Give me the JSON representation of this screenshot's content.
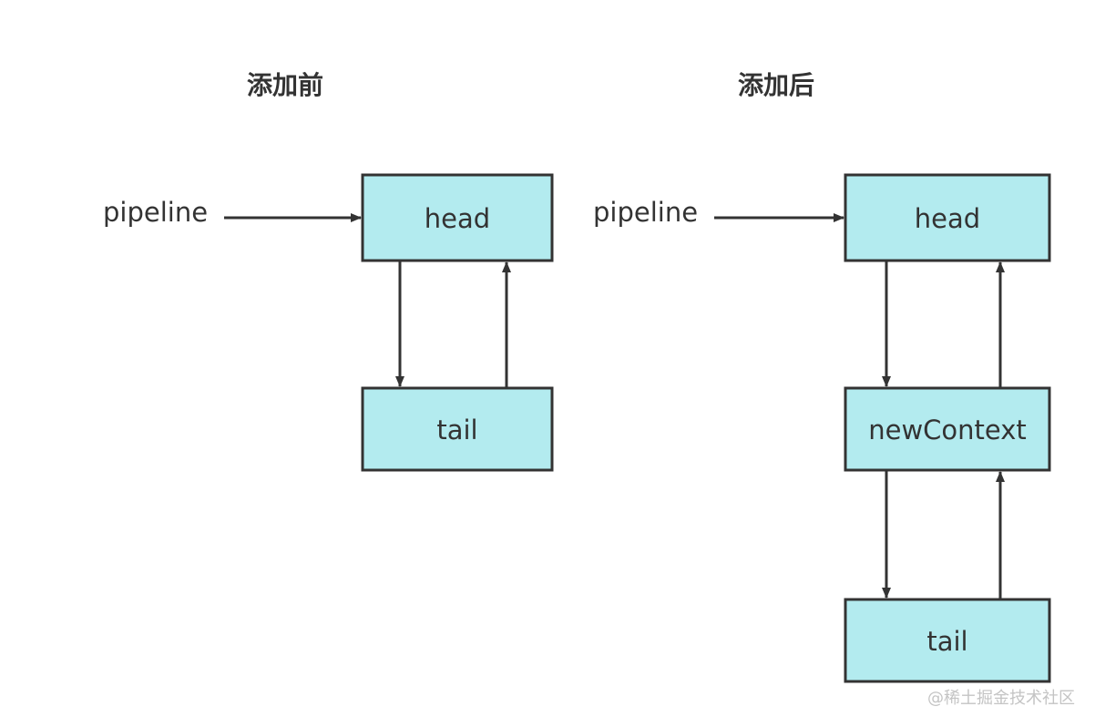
{
  "before": {
    "title": "添加前",
    "pipeline_label": "pipeline",
    "nodes": {
      "head": "head",
      "tail": "tail"
    }
  },
  "after": {
    "title": "添加后",
    "pipeline_label": "pipeline",
    "nodes": {
      "head": "head",
      "new_context": "newContext",
      "tail": "tail"
    }
  },
  "watermark": "@稀土掘金技术社区",
  "colors": {
    "node_fill": "#b3ebef",
    "stroke": "#333333",
    "text": "#333333",
    "watermark": "#c4c4c4"
  }
}
